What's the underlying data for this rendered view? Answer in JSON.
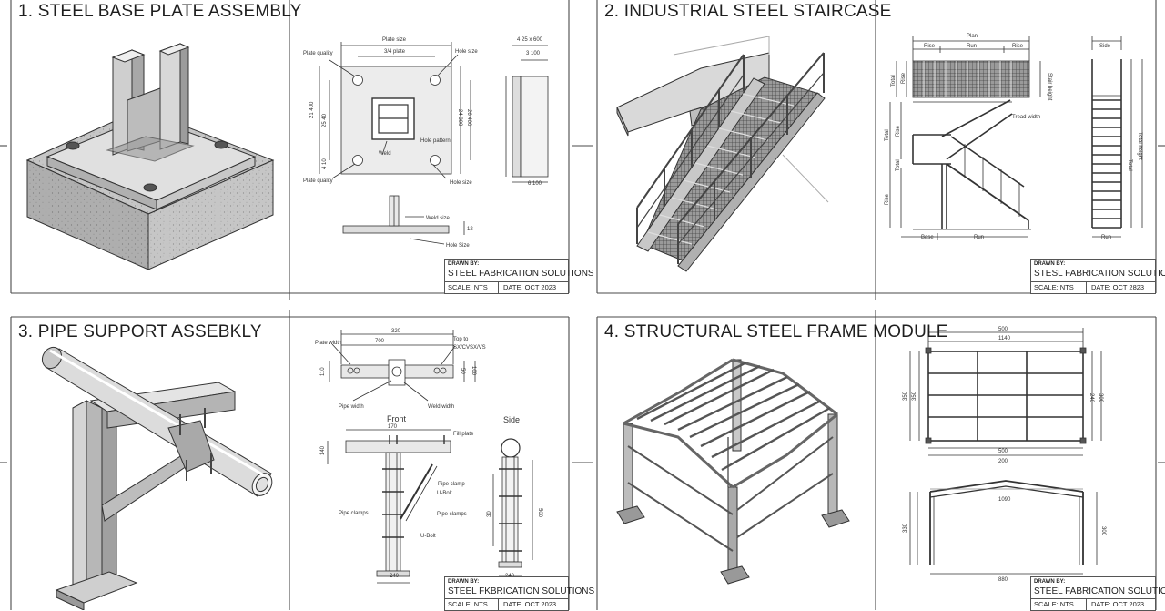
{
  "panels": [
    {
      "title": "1. STEEL BASE PLATE ASSEMBLY",
      "labels": {
        "plate_size": "Plate size",
        "plate_dim": "3/4 plate",
        "hole_size_top": "Hole size",
        "plate_top_left": "Plate quality",
        "dim_top_right": "4 25 x 600",
        "dim_right_small": "3 100",
        "left_dim_1": "21 400",
        "left_dim_2": "25 40",
        "right_dim_1": "24 300",
        "right_dim_2": "26 400",
        "bot_left_dim": "4 10",
        "weld": "Weld",
        "hole_pattern": "Hole pattern",
        "hole_size_bottom": "Hole size",
        "side_dim": "6 100",
        "weld_size": "Weld size",
        "hole_size_detail": "Hole Size",
        "detail_dim": "12"
      },
      "title_block": {
        "drawn_by": "DRAWN BY:",
        "company": "STEEL FABRICATION SOLUTIONS",
        "scale": "SCALE: NTS",
        "date": "DATE: OCT 2023"
      }
    },
    {
      "title": "2. INDUSTRIAL STEEL STAIRCASE",
      "labels": {
        "plan": "Plan",
        "rise_l": "Rise",
        "run": "Run",
        "rise_r": "Rise",
        "side": "Side",
        "total_l": "Total",
        "rise_side": "Rise",
        "stair_height": "Stair height",
        "tread_width": "Tread width",
        "total_side": "Total",
        "rise_mid": "Rise",
        "total_vert": "Total",
        "base": "Base",
        "run_bottom": "Run",
        "rise_bottom": "Rise",
        "total_right": "Total height",
        "side_run": "Run",
        "side_total": "Total"
      },
      "title_block": {
        "drawn_by": "DRAWN BY:",
        "company": "STESL FABRICATION SOLUTIONS",
        "scale": "SCALE: NTS",
        "date": "DATE: OCT 2823"
      }
    },
    {
      "title": "3. PIPE SUPPORT ASSEBKLY",
      "labels": {
        "dim_top": "320",
        "dim_second": "700",
        "top_to": "Top to",
        "top_spec": "SX/CVSX/VS",
        "plate_width": "Plate width",
        "left_dim": "110",
        "right_dim_1": "50",
        "right_dim_2": "100",
        "pipe_width": "Pipe width",
        "weld_width": "Weld width",
        "front": "Front",
        "side": "Side",
        "front_dim": "170",
        "fill_plate": "Fill plate",
        "left_small": "140",
        "pipe_clamp": "Pipe clamp",
        "u_bolt": "U-Bolt",
        "pipe_clamps_1": "Pipe clamps",
        "pipe_clamps_2": "Pipe clamps",
        "u_bolt_2": "U-Bolt",
        "vert_dim": "30",
        "side_vert_dim": "500",
        "bot_dim_1": "240",
        "bot_dim_2": "240"
      },
      "title_block": {
        "drawn_by": "DRAWN BY:",
        "company": "STEEL FKBRICATION SOLUTIONS",
        "scale": "SCALE: NTS",
        "date": "DATE: OCT 2023"
      }
    },
    {
      "title": "4. STRUCTURAL STEEL FRAME MODULE",
      "labels": {
        "dim_top_1": "500",
        "dim_top_2": "1140",
        "left_dim": "350",
        "left_dim_2": "350",
        "right_dim_1": "240",
        "right_dim_2": "300",
        "mid_dim_1": "500",
        "mid_dim_2": "200",
        "elev_dim_top": "1090",
        "elev_dim_left": "330",
        "elev_dim_right": "300",
        "elev_dim_bottom": "880"
      },
      "title_block": {
        "drawn_by": "DRAWN BY:",
        "company": "STEEL FABRICATION SOLUTIONS",
        "scale": "SCALE: NTS",
        "date": "DATE: OCT 2023"
      }
    }
  ],
  "colors": {
    "line": "#333333",
    "light": "#7a7a7a",
    "steel_light": "#d6d6d6",
    "steel_mid": "#b8b8b8",
    "steel_dark": "#8e8e8e",
    "concrete": "#c4c4c4"
  }
}
